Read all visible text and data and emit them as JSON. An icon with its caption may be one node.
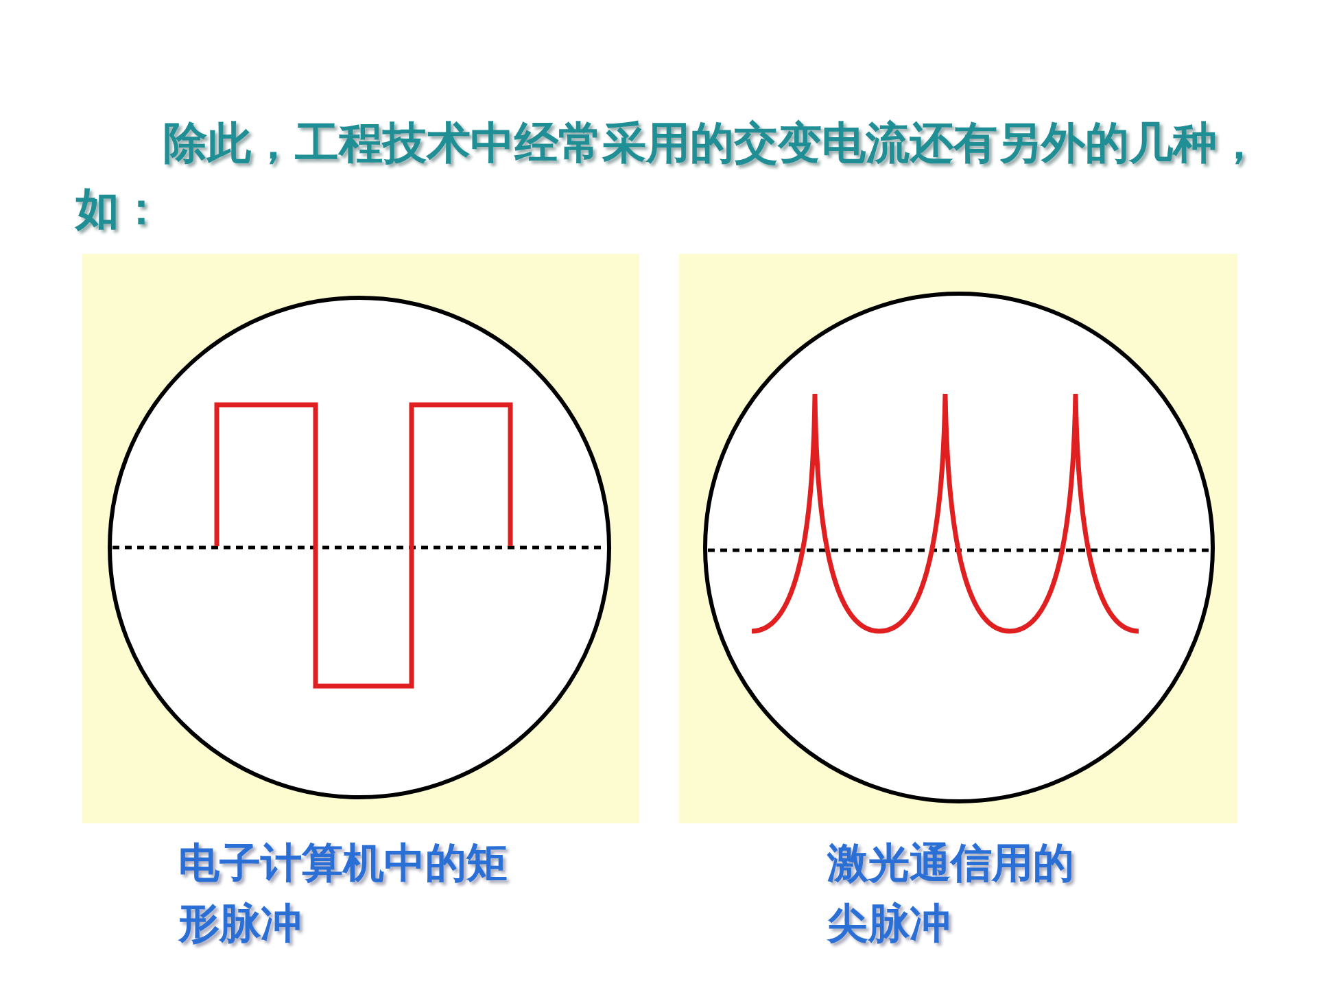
{
  "diagram": {
    "title": "除此，工程技术中经常采用的交变电流还有另外的几种，如：",
    "labels": [
      "电子计算机中的矩形脉冲",
      "激光通信用的尖脉冲"
    ]
  }
}
